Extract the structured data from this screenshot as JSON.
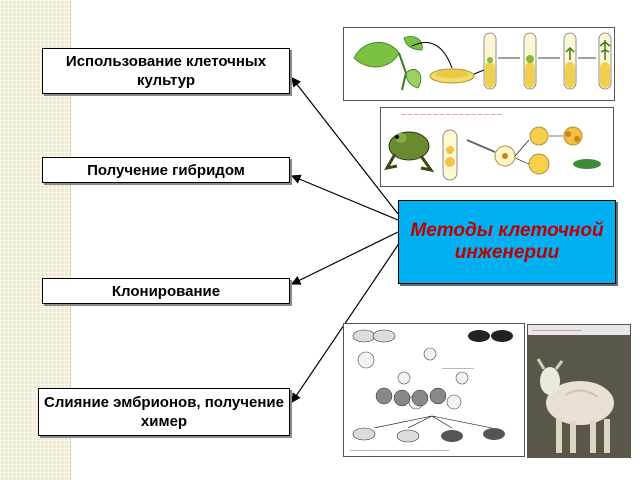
{
  "methods": [
    {
      "label": "Использование клеточных культур"
    },
    {
      "label": "Получение гибридом"
    },
    {
      "label": "Клонирование"
    },
    {
      "label": "Слияние эмбрионов, получение химер"
    }
  ],
  "center": {
    "label": "Методы клеточной инженерии"
  }
}
